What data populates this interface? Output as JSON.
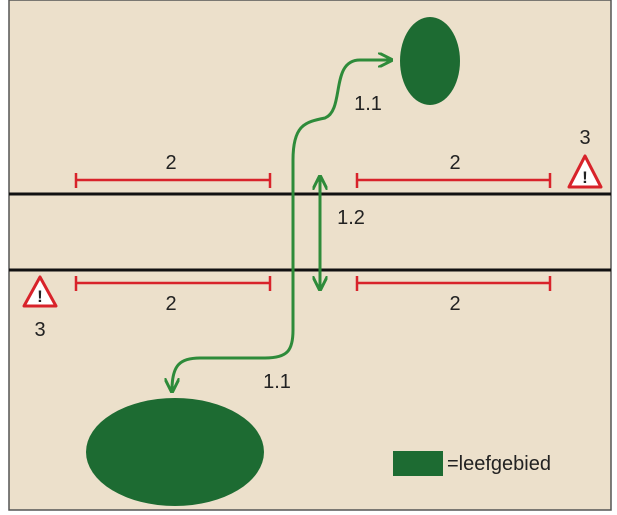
{
  "colors": {
    "background": "#ece0cb",
    "frame": "#555555",
    "road": "#111111",
    "zone": "#d8232a",
    "habitat": "#1d6b32",
    "arrow": "#2e8b3a",
    "warning_fill": "#ffffff",
    "warning_stroke": "#d8232a"
  },
  "labels": {
    "zone_top_left": "2",
    "zone_top_right": "2",
    "zone_bottom_left": "2",
    "zone_bottom_right": "2",
    "route_upper": "1.1",
    "route_lower": "1.1",
    "crossing": "1.2",
    "warning_right": "3",
    "warning_left": "3"
  },
  "warning_sign": {
    "glyph": "!",
    "icon": "warning-triangle-icon"
  },
  "legend": {
    "label": "=leefgebied",
    "icon": "habitat-swatch"
  }
}
